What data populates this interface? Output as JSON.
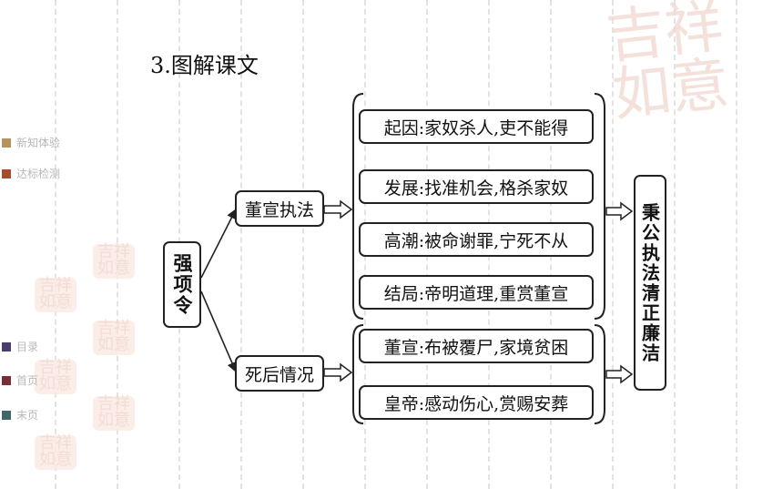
{
  "title": "3.图解课文",
  "side_nav": {
    "items": [
      {
        "label": "新知体验",
        "color": "#b5935a"
      },
      {
        "label": "达标检测",
        "color": "#a94b2e"
      },
      {
        "label": "目录",
        "color": "#4a3e6e"
      },
      {
        "label": "首页",
        "color": "#7a2e35"
      },
      {
        "label": "末页",
        "color": "#3f6668"
      }
    ]
  },
  "decor": {
    "seal_text": "吉祥如意"
  },
  "diagram": {
    "root": "强项令",
    "branches": [
      {
        "label": "董宣执法",
        "items": [
          "起因:家奴杀人,吏不能得",
          "发展:找准机会,格杀家奴",
          "高潮:被命谢罪,宁死不从",
          "结局:帝明道理,重赏董宣"
        ]
      },
      {
        "label": "死后情况",
        "items": [
          "董宣:布被覆尸,家境贫困",
          "皇帝:感动伤心,赏赐安葬"
        ]
      }
    ],
    "conclusion": "秉公执法清正廉洁"
  }
}
